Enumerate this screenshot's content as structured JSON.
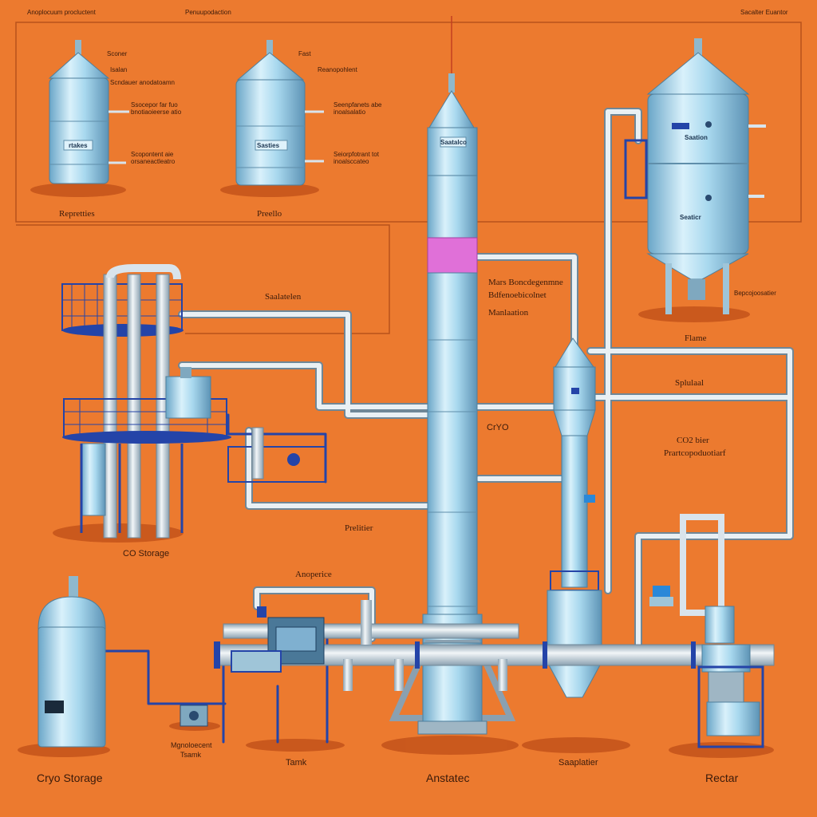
{
  "header": {
    "left": "Anoplocuum procluctent",
    "center": "Penuupodaction",
    "right": "Sacalter Euantor"
  },
  "tank1": {
    "callouts": [
      "Sconer",
      "Isalan",
      "Scndauer anodatoamn",
      "Ssocepor far fuo bnotiaoieerse atio",
      "Scopontent aie orsaneactleatro"
    ],
    "plate": "rtakes",
    "caption": "Repretties"
  },
  "tank2": {
    "callouts": [
      "Fast",
      "Reanopohlent",
      "Seenpfanets abe inoalsalatio",
      "Seiorpfotrant tot inoalsccateo"
    ],
    "plate": "Sasties",
    "caption": "Preello"
  },
  "column": {
    "plate": "Saatalco"
  },
  "big_tank": {
    "plates": [
      "Saation",
      "Seaticr"
    ],
    "side_label": "Bepcojoosatier",
    "caption": "Flame"
  },
  "mid_labels": {
    "separation": "Saalatelen",
    "mass": "Mars Boncdegenmne",
    "detail": "Bdfenoebicolnet",
    "maintain": "Manlaation",
    "cryo": "CrYO",
    "splual": "Splulaal",
    "co2_a": "CO2 bier",
    "co2_b": "Prartcopoduotiarf",
    "co_storage": "CO Storage",
    "prelitier": "Prelitier",
    "anoperice": "Anoperice"
  },
  "bottom": {
    "cryo_storage": "Cryo Storage",
    "mgnoloecent_1": "Mgnoloecent",
    "mgnoloecent_2": "Tsamk",
    "tank": "Tamk",
    "anstatec": "Anstatec",
    "saaplatier": "Saaplatier",
    "rectar": "Rectar"
  },
  "colors": {
    "background": "#ec7a2f",
    "steel": "#a8d8ee",
    "pipe": "#d9e4ec",
    "frame": "#2444a8",
    "band": "#e070d8",
    "shadow": "#c4531a"
  }
}
